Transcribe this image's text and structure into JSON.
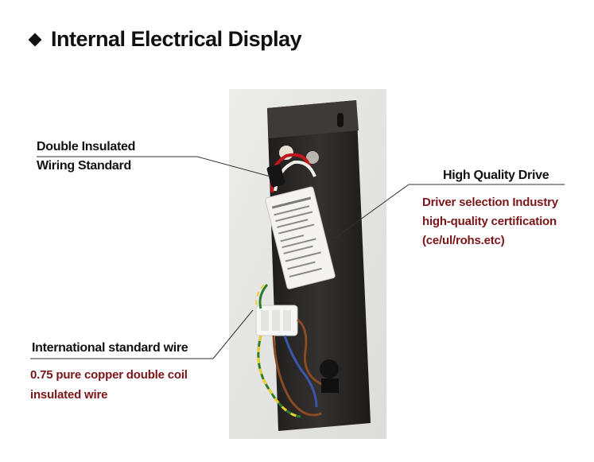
{
  "header": {
    "title": "Internal Electrical Display"
  },
  "annotations": {
    "wiring": {
      "line1": "Double Insulated",
      "line2": "Wiring Standard"
    },
    "drive": {
      "heading": "High Quality Drive",
      "desc1": "Driver selection Industry",
      "desc2": "high-quality certification",
      "desc3": "(ce/ul/rohs.etc)"
    },
    "wire": {
      "heading": "International standard wire",
      "desc1": "0.75 pure copper double coil",
      "desc2": "insulated wire"
    }
  },
  "colors": {
    "accent_red": "#7a1518",
    "text": "#111111",
    "wall": "#e6e6e4",
    "housing": "#2a2827"
  }
}
